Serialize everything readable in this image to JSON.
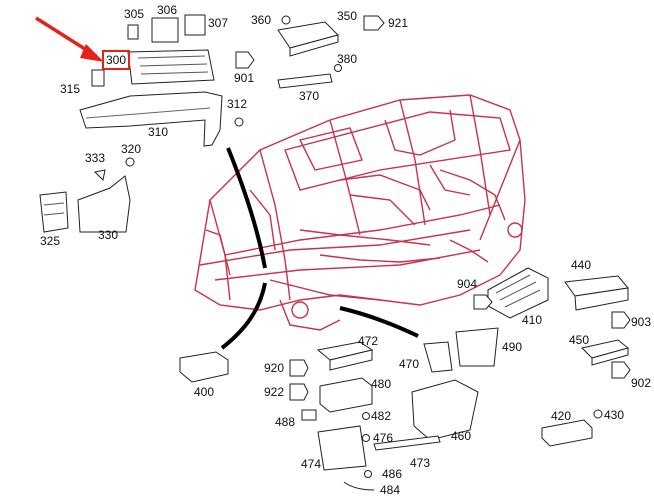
{
  "diagram": {
    "highlight": {
      "label": "300",
      "color": "#e32219"
    },
    "accent_color": "#c8102e",
    "part_labels": {
      "p305": "305",
      "p306": "306",
      "p307": "307",
      "p360": "360",
      "p350": "350",
      "p921a": "921",
      "p300": "300",
      "p901": "901",
      "p380": "380",
      "p370": "370",
      "p315": "315",
      "p312": "312",
      "p310": "310",
      "p333": "333",
      "p320": "320",
      "p325": "325",
      "p330": "330",
      "p440": "440",
      "p904": "904",
      "p410": "410",
      "p903": "903",
      "p472": "472",
      "p490": "490",
      "p450": "450",
      "p920": "920",
      "p470": "470",
      "p902": "902",
      "p400": "400",
      "p480": "480",
      "p922": "922",
      "p482": "482",
      "p420": "420",
      "p430": "430",
      "p488": "488",
      "p476": "476",
      "p460": "460",
      "p474": "474",
      "p473": "473",
      "p486": "486",
      "p484": "484"
    }
  }
}
